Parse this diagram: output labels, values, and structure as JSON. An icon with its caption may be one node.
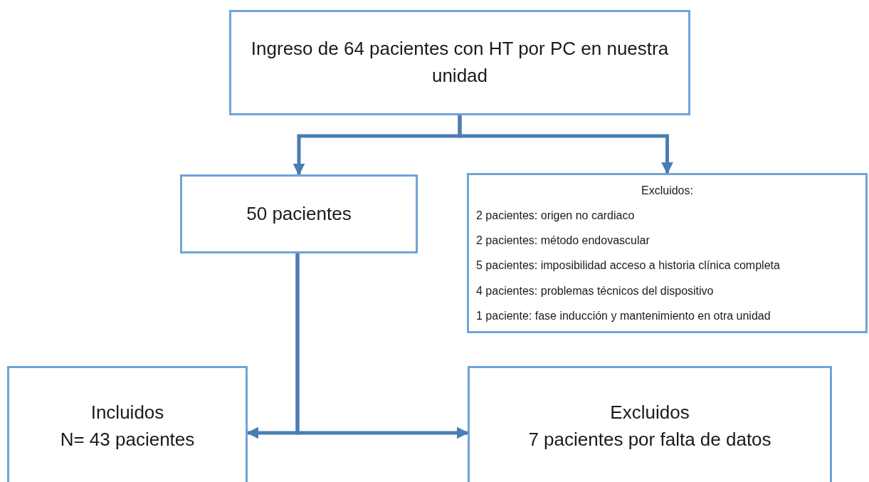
{
  "diagram": {
    "nodes": [
      {
        "text": [
          "Ingreso de 64 pacientes con HT por PC en nuestra unidad"
        ]
      },
      {
        "text": [
          "50 pacientes"
        ]
      },
      {
        "text": [
          "Excluidos:",
          "2 pacientes: origen no cardiaco",
          "2 pacientes: método endovascular",
          "5 pacientes: imposibilidad acceso a historia clínica completa",
          "4 pacientes: problemas técnicos del dispositivo",
          "1 paciente: fase inducción y mantenimiento en otra unidad"
        ]
      },
      {
        "text": [
          "Incluidos",
          "N= 43 pacientes"
        ]
      },
      {
        "text": [
          "Excluidos",
          "7 pacientes por falta de datos"
        ]
      }
    ],
    "edges": [
      {
        "from": 0,
        "to": 1,
        "arrow": "to"
      },
      {
        "from": 0,
        "to": 2,
        "arrow": "to"
      },
      {
        "from": 1,
        "to": 3,
        "arrow": "to"
      },
      {
        "from": 1,
        "to": 4,
        "arrow": "to"
      }
    ]
  }
}
